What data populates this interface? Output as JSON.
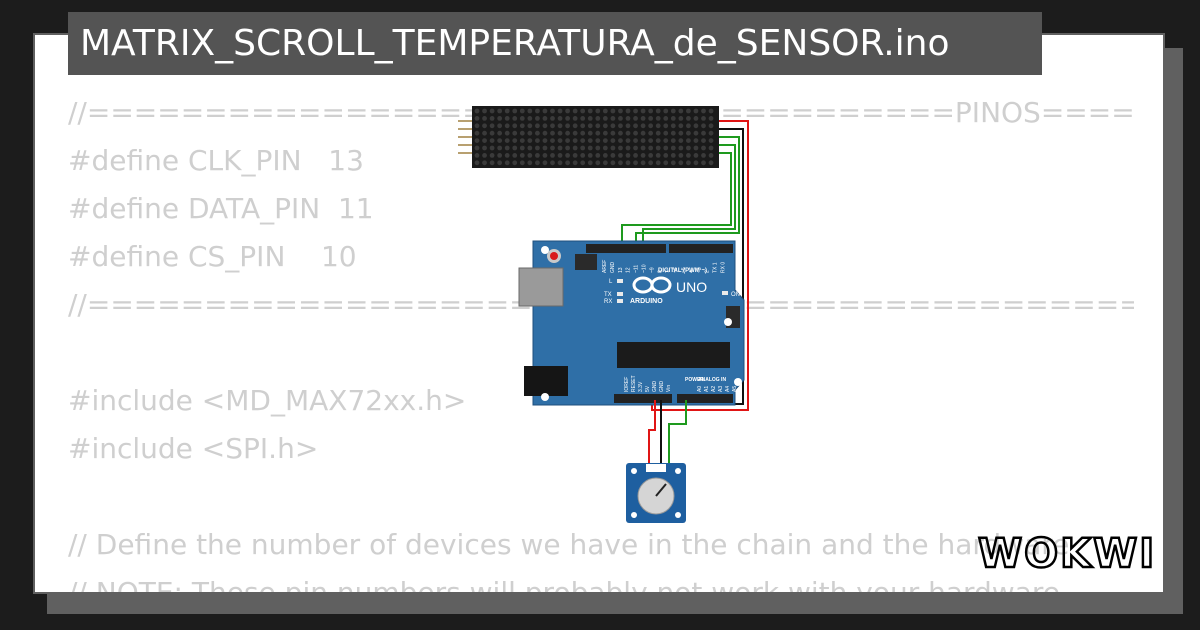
{
  "title": "MATRIX_SCROLL_TEMPERATURA_de_SENSOR.ino",
  "code_lines": [
    "//=====================================PINOS=====================",
    "#define CLK_PIN   13",
    "#define DATA_PIN  11",
    "#define CS_PIN    10",
    "//==========================================================================",
    "",
    "#include <MD_MAX72xx.h>",
    "#include <SPI.h>",
    "",
    "// Define the number of devices we have in the chain and the hardware",
    "// NOTE: These pin numbers will probably not work with your hardware"
  ],
  "board": {
    "brand": "ARDUINO",
    "model": "UNO",
    "digital_label": "DIGITAL (PWM ~)",
    "power_label": "POWER",
    "analog_label": "ANALOG IN",
    "on_label": "ON",
    "led_l": "L",
    "led_tx": "TX",
    "led_rx": "RX",
    "top_pins": [
      "AREF",
      "GND",
      "13",
      "12",
      "~11",
      "~10",
      "~9",
      "8",
      "7",
      "~6",
      "~5",
      "4",
      "~3",
      "2",
      "TX 1",
      "RX 0"
    ],
    "power_pins": [
      "IOREF",
      "RESET",
      "3.3V",
      "5V",
      "GND",
      "GND",
      "Vin"
    ],
    "analog_pins": [
      "A0",
      "A1",
      "A2",
      "A3",
      "A4",
      "A5"
    ]
  },
  "colors": {
    "board": "#2f6fa7",
    "matrix": "#1a1a1a",
    "wire_green": "#1e9a1e",
    "wire_red": "#e01515",
    "wire_black": "#111111",
    "sensor": "#1e5fa0"
  },
  "logo_text": "WOKWI"
}
